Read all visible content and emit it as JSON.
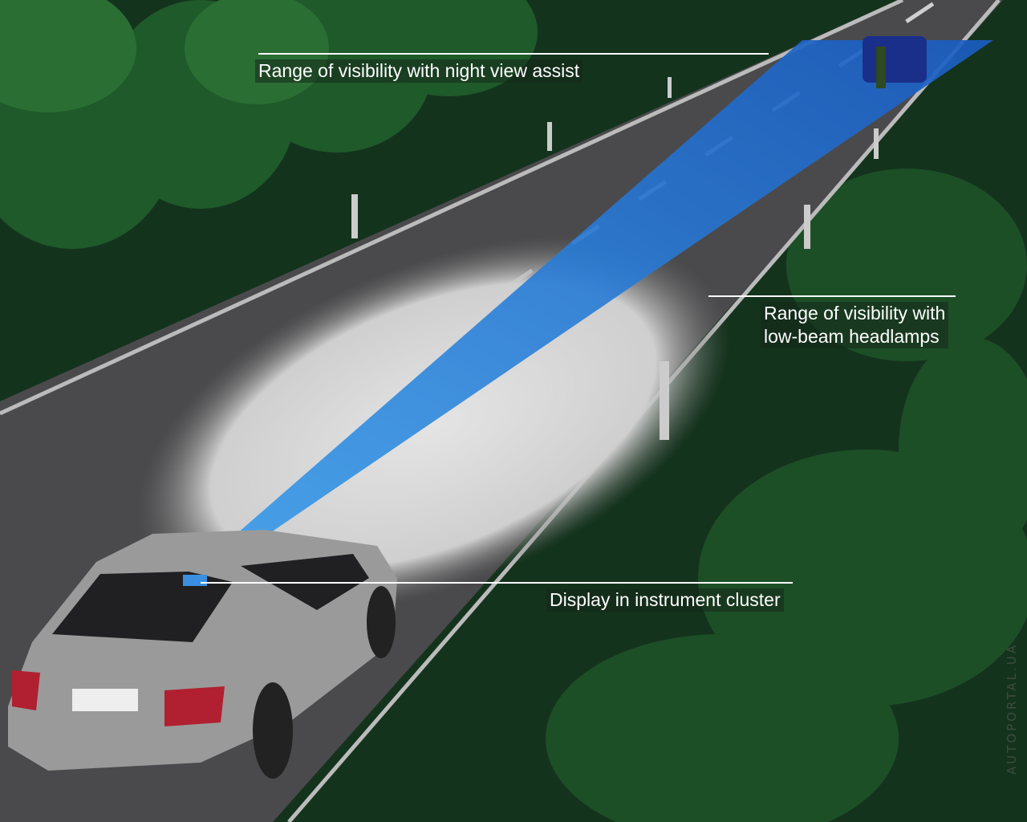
{
  "labels": {
    "night_view": "Range of visibility with night view assist",
    "low_beam_line1": "Range of visibility with",
    "low_beam_line2": "low-beam headlamps",
    "display": "Display in instrument cluster"
  },
  "watermark": "AUTOPORTAL.UA",
  "colors": {
    "background": "#0f2a18",
    "road": "#4a4a4c",
    "night_view_beam": "#1e7fd8",
    "low_beam": "#d8d8d8",
    "car": "#9a9a9a"
  }
}
